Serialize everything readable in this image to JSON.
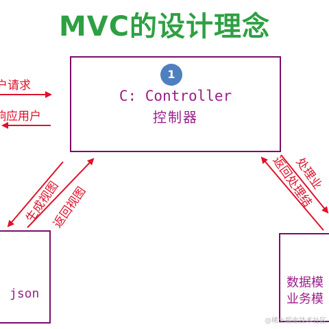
{
  "title": "MVC的设计理念",
  "controller": {
    "badge": "1",
    "title": "C: Controller",
    "subtitle": "控制器"
  },
  "view": {
    "label": "json"
  },
  "model": {
    "line1": "数据模",
    "line2": "业务模"
  },
  "arrows": {
    "user_request": "户请求",
    "respond_user": "响应用户",
    "generate_view": "生成视图",
    "return_view": "返回视图",
    "process": "处理业",
    "return_process": "返回处理结"
  },
  "watermark": "@稀土掘金技术社区",
  "colors": {
    "title": "#2ea043",
    "box_border": "#7a0c6a",
    "box_text": "#9b1d8a",
    "arrow": "#e0102a",
    "badge": "#4f7fbf"
  }
}
